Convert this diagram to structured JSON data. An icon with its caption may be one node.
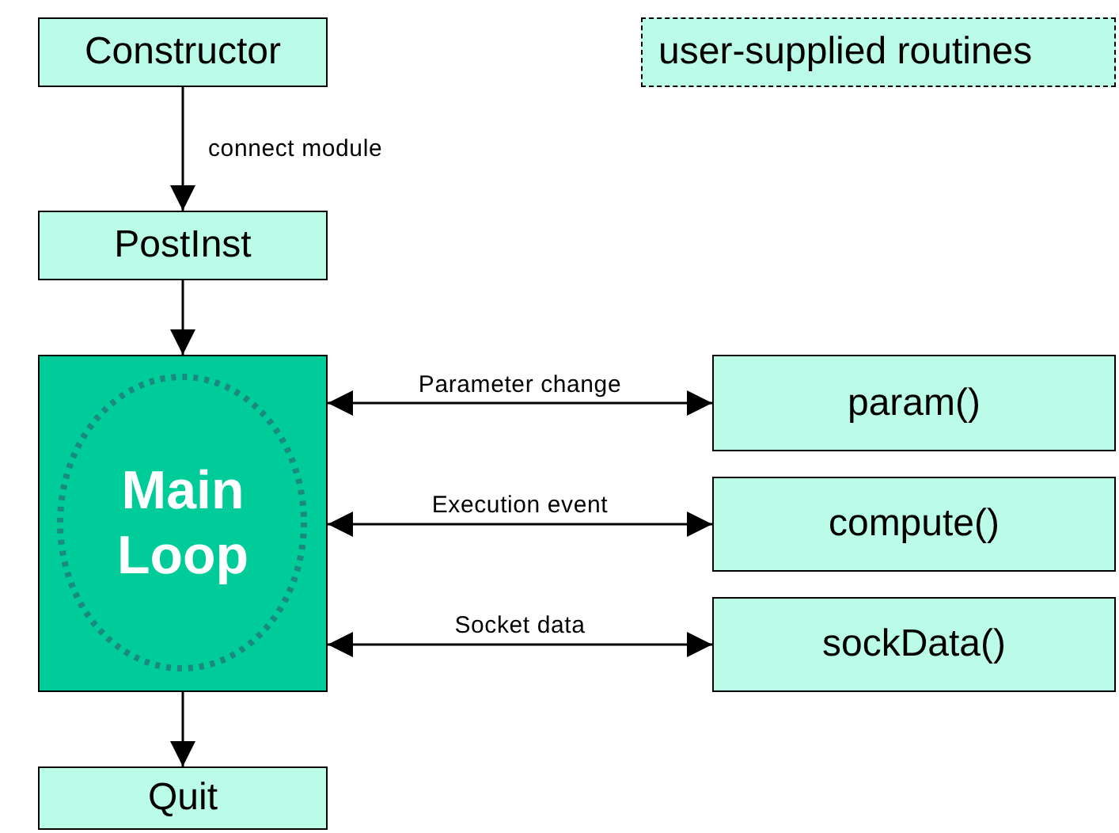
{
  "diagram": {
    "nodes": [
      {
        "text": [
          "Constructor"
        ]
      },
      {
        "text": [
          "PostInst"
        ]
      },
      {
        "text": [
          "Main Loop"
        ]
      },
      {
        "text": [
          "Quit"
        ]
      },
      {
        "text": [
          "param()"
        ]
      },
      {
        "text": [
          "compute()"
        ]
      },
      {
        "text": [
          "sockData()"
        ]
      }
    ],
    "edges": [
      {
        "from": 0,
        "to": 1,
        "arrow": "to",
        "label": "connect module"
      },
      {
        "from": 1,
        "to": 2,
        "arrow": "to"
      },
      {
        "from": 2,
        "to": 3,
        "arrow": "to"
      },
      {
        "from": 2,
        "to": 4,
        "arrow": "both",
        "label": "Parameter change"
      },
      {
        "from": 2,
        "to": 5,
        "arrow": "both",
        "label": "Execution event"
      },
      {
        "from": 2,
        "to": 6,
        "arrow": "both",
        "label": "Socket data"
      }
    ],
    "legend": [
      {
        "text": "user-supplied routines",
        "color": "#bbfce9"
      }
    ]
  }
}
